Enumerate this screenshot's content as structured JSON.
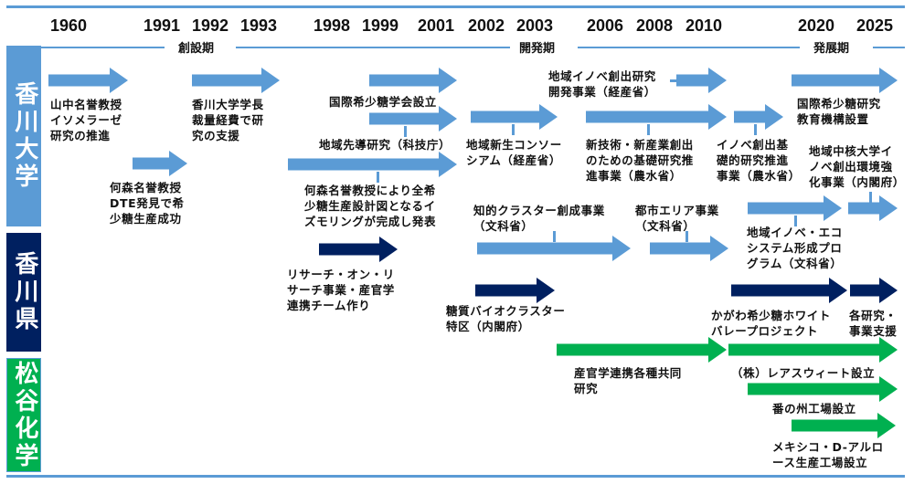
{
  "years": [
    "1960",
    "1991",
    "1992",
    "1993",
    "1998",
    "1999",
    "2001",
    "2002",
    "2003",
    "2006",
    "2008",
    "2010",
    "2020",
    "2025"
  ],
  "periods": [
    "創設期",
    "開発期",
    "発展期"
  ],
  "rows": [
    {
      "label": "香川大学",
      "color": "#5b9bd5"
    },
    {
      "label": "香川県",
      "color": "#002060"
    },
    {
      "label": "松谷化学",
      "color": "#00b050"
    }
  ],
  "colors": {
    "university": "#5b9bd5",
    "prefecture": "#002060",
    "company": "#00b050"
  },
  "events": {
    "yamanaka": "山中名誉教授\nイソメラーゼ\n研究の推進",
    "president": "香川大学学長\n裁量経費で研\n究の支援",
    "izumori_dte": "何森名誉教授\nDTE発見で希\n少糖生産成功",
    "society": "国際希少糖学会設立",
    "chiiki_sendo": "地域先導研究（科技庁）",
    "izumoring": "何森名誉教授により全希\n少糖生産設計図となるイ\nズモリングが完成し発表",
    "consortium": "地域新生コンソー\nシアム（経産省）",
    "innov_rd": "地域イノベ創出研究\n開発事業（経産省）",
    "new_tech": "新技術・新産業創出\nのための基礎研究推\n進事業（農水省）",
    "innov_basic": "イノベ創出基\n礎的研究推進\n事業（農水省）",
    "institute": "国際希少糖研究\n教育機構設置",
    "core_univ": "地域中核大学イ\nノベ創出環境強\n化事業（内閣府）",
    "cluster": "知的クラスター創成事業\n（文科省）",
    "city_area": "都市エリア事業\n（文科省）",
    "eco": "地域イノベ・エコ\nシステム形成プロ\nグラム（文科省）",
    "research_on": "リサーチ・オン・リ\nサーチ事業・産官学\n連携チーム作り",
    "bio_cluster": "糖質バイオクラスター\n特区（内閣府）",
    "white_valley": "かがわ希少糖ホワイト\nバレープロジェクト",
    "support": "各研究・\n事業支援",
    "joint": "産官学連携各種共同\n研究",
    "raresweet": "（株）レアスウィート設立",
    "bannosu": "番の州工場設立",
    "mexico": "メキシコ・D-アルロ\nース生産工場設立"
  }
}
